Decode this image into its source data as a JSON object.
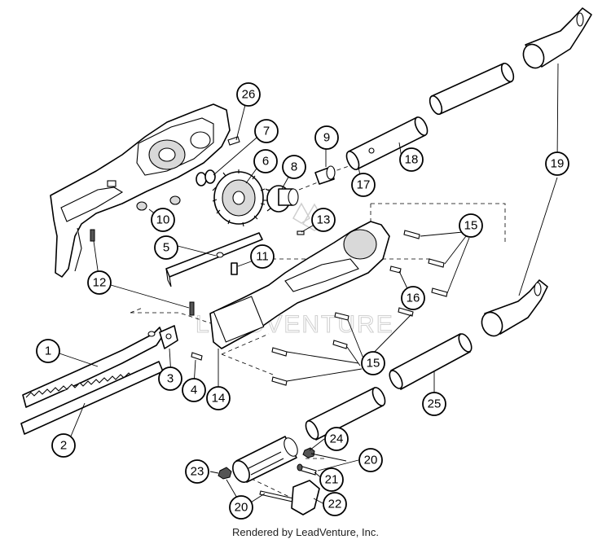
{
  "footer": {
    "credit": "Rendered by LeadVenture, Inc."
  },
  "watermark": {
    "text": "LEADVENTURE"
  },
  "callouts": [
    {
      "id": "c1",
      "label": "1"
    },
    {
      "id": "c2",
      "label": "2"
    },
    {
      "id": "c3",
      "label": "3"
    },
    {
      "id": "c4",
      "label": "4"
    },
    {
      "id": "c5",
      "label": "5"
    },
    {
      "id": "c6",
      "label": "6"
    },
    {
      "id": "c7",
      "label": "7"
    },
    {
      "id": "c8",
      "label": "8"
    },
    {
      "id": "c9",
      "label": "9"
    },
    {
      "id": "c10",
      "label": "10"
    },
    {
      "id": "c11",
      "label": "11"
    },
    {
      "id": "c12",
      "label": "12"
    },
    {
      "id": "c13",
      "label": "13"
    },
    {
      "id": "c14",
      "label": "14"
    },
    {
      "id": "c15a",
      "label": "15"
    },
    {
      "id": "c15b",
      "label": "15"
    },
    {
      "id": "c16",
      "label": "16"
    },
    {
      "id": "c17",
      "label": "17"
    },
    {
      "id": "c18",
      "label": "18"
    },
    {
      "id": "c19",
      "label": "19"
    },
    {
      "id": "c20a",
      "label": "20"
    },
    {
      "id": "c20b",
      "label": "20"
    },
    {
      "id": "c21",
      "label": "21"
    },
    {
      "id": "c22",
      "label": "22"
    },
    {
      "id": "c23",
      "label": "23"
    },
    {
      "id": "c24",
      "label": "24"
    },
    {
      "id": "c25",
      "label": "25"
    },
    {
      "id": "c26",
      "label": "26"
    }
  ]
}
